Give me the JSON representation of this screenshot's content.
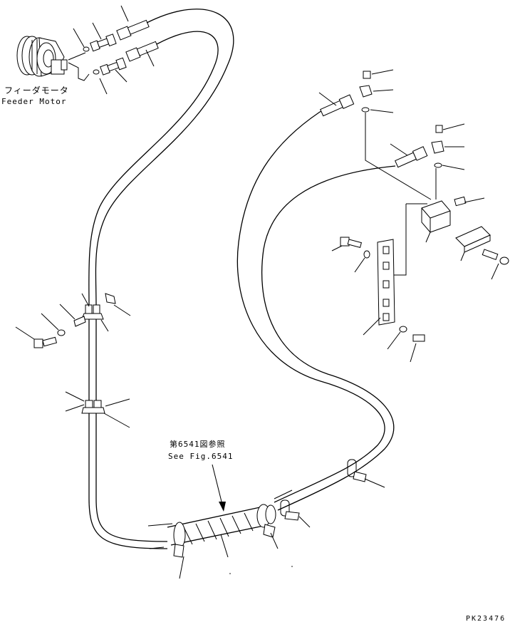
{
  "labels": {
    "feeder_motor_jp": "フィーダモータ",
    "feeder_motor_en": "Feeder Motor",
    "see_fig_jp": "第6541図参照",
    "see_fig_en": "See Fig.6541",
    "drawing_code": "PK23476"
  },
  "colors": {
    "line": "#000000",
    "background": "#ffffff"
  }
}
